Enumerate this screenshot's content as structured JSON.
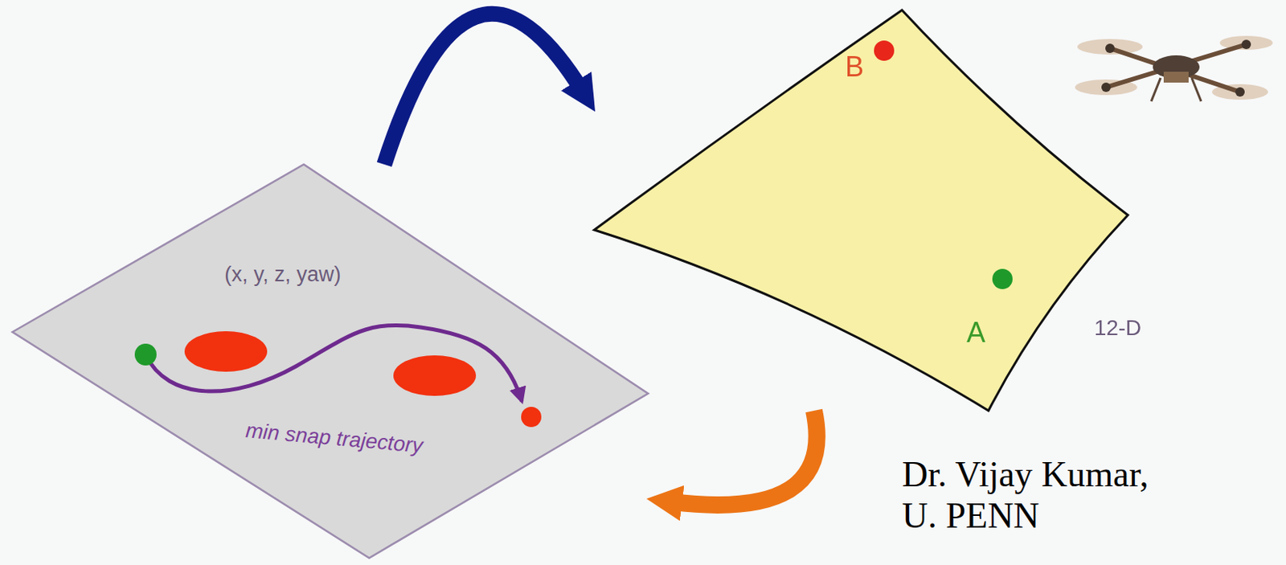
{
  "diagram": {
    "nodes": [
      {
        "text": [
          "(x, y, z, yaw)",
          "min snap trajectory"
        ]
      },
      {
        "text": [
          "B",
          "A",
          "12-D"
        ]
      }
    ],
    "edges": [
      {
        "from": 0,
        "to": 1,
        "arrow": "to"
      },
      {
        "from": 1,
        "to": 0,
        "arrow": "to"
      }
    ],
    "labels": [
      "Dr. Vijay Kumar, U. PENN"
    ]
  }
}
